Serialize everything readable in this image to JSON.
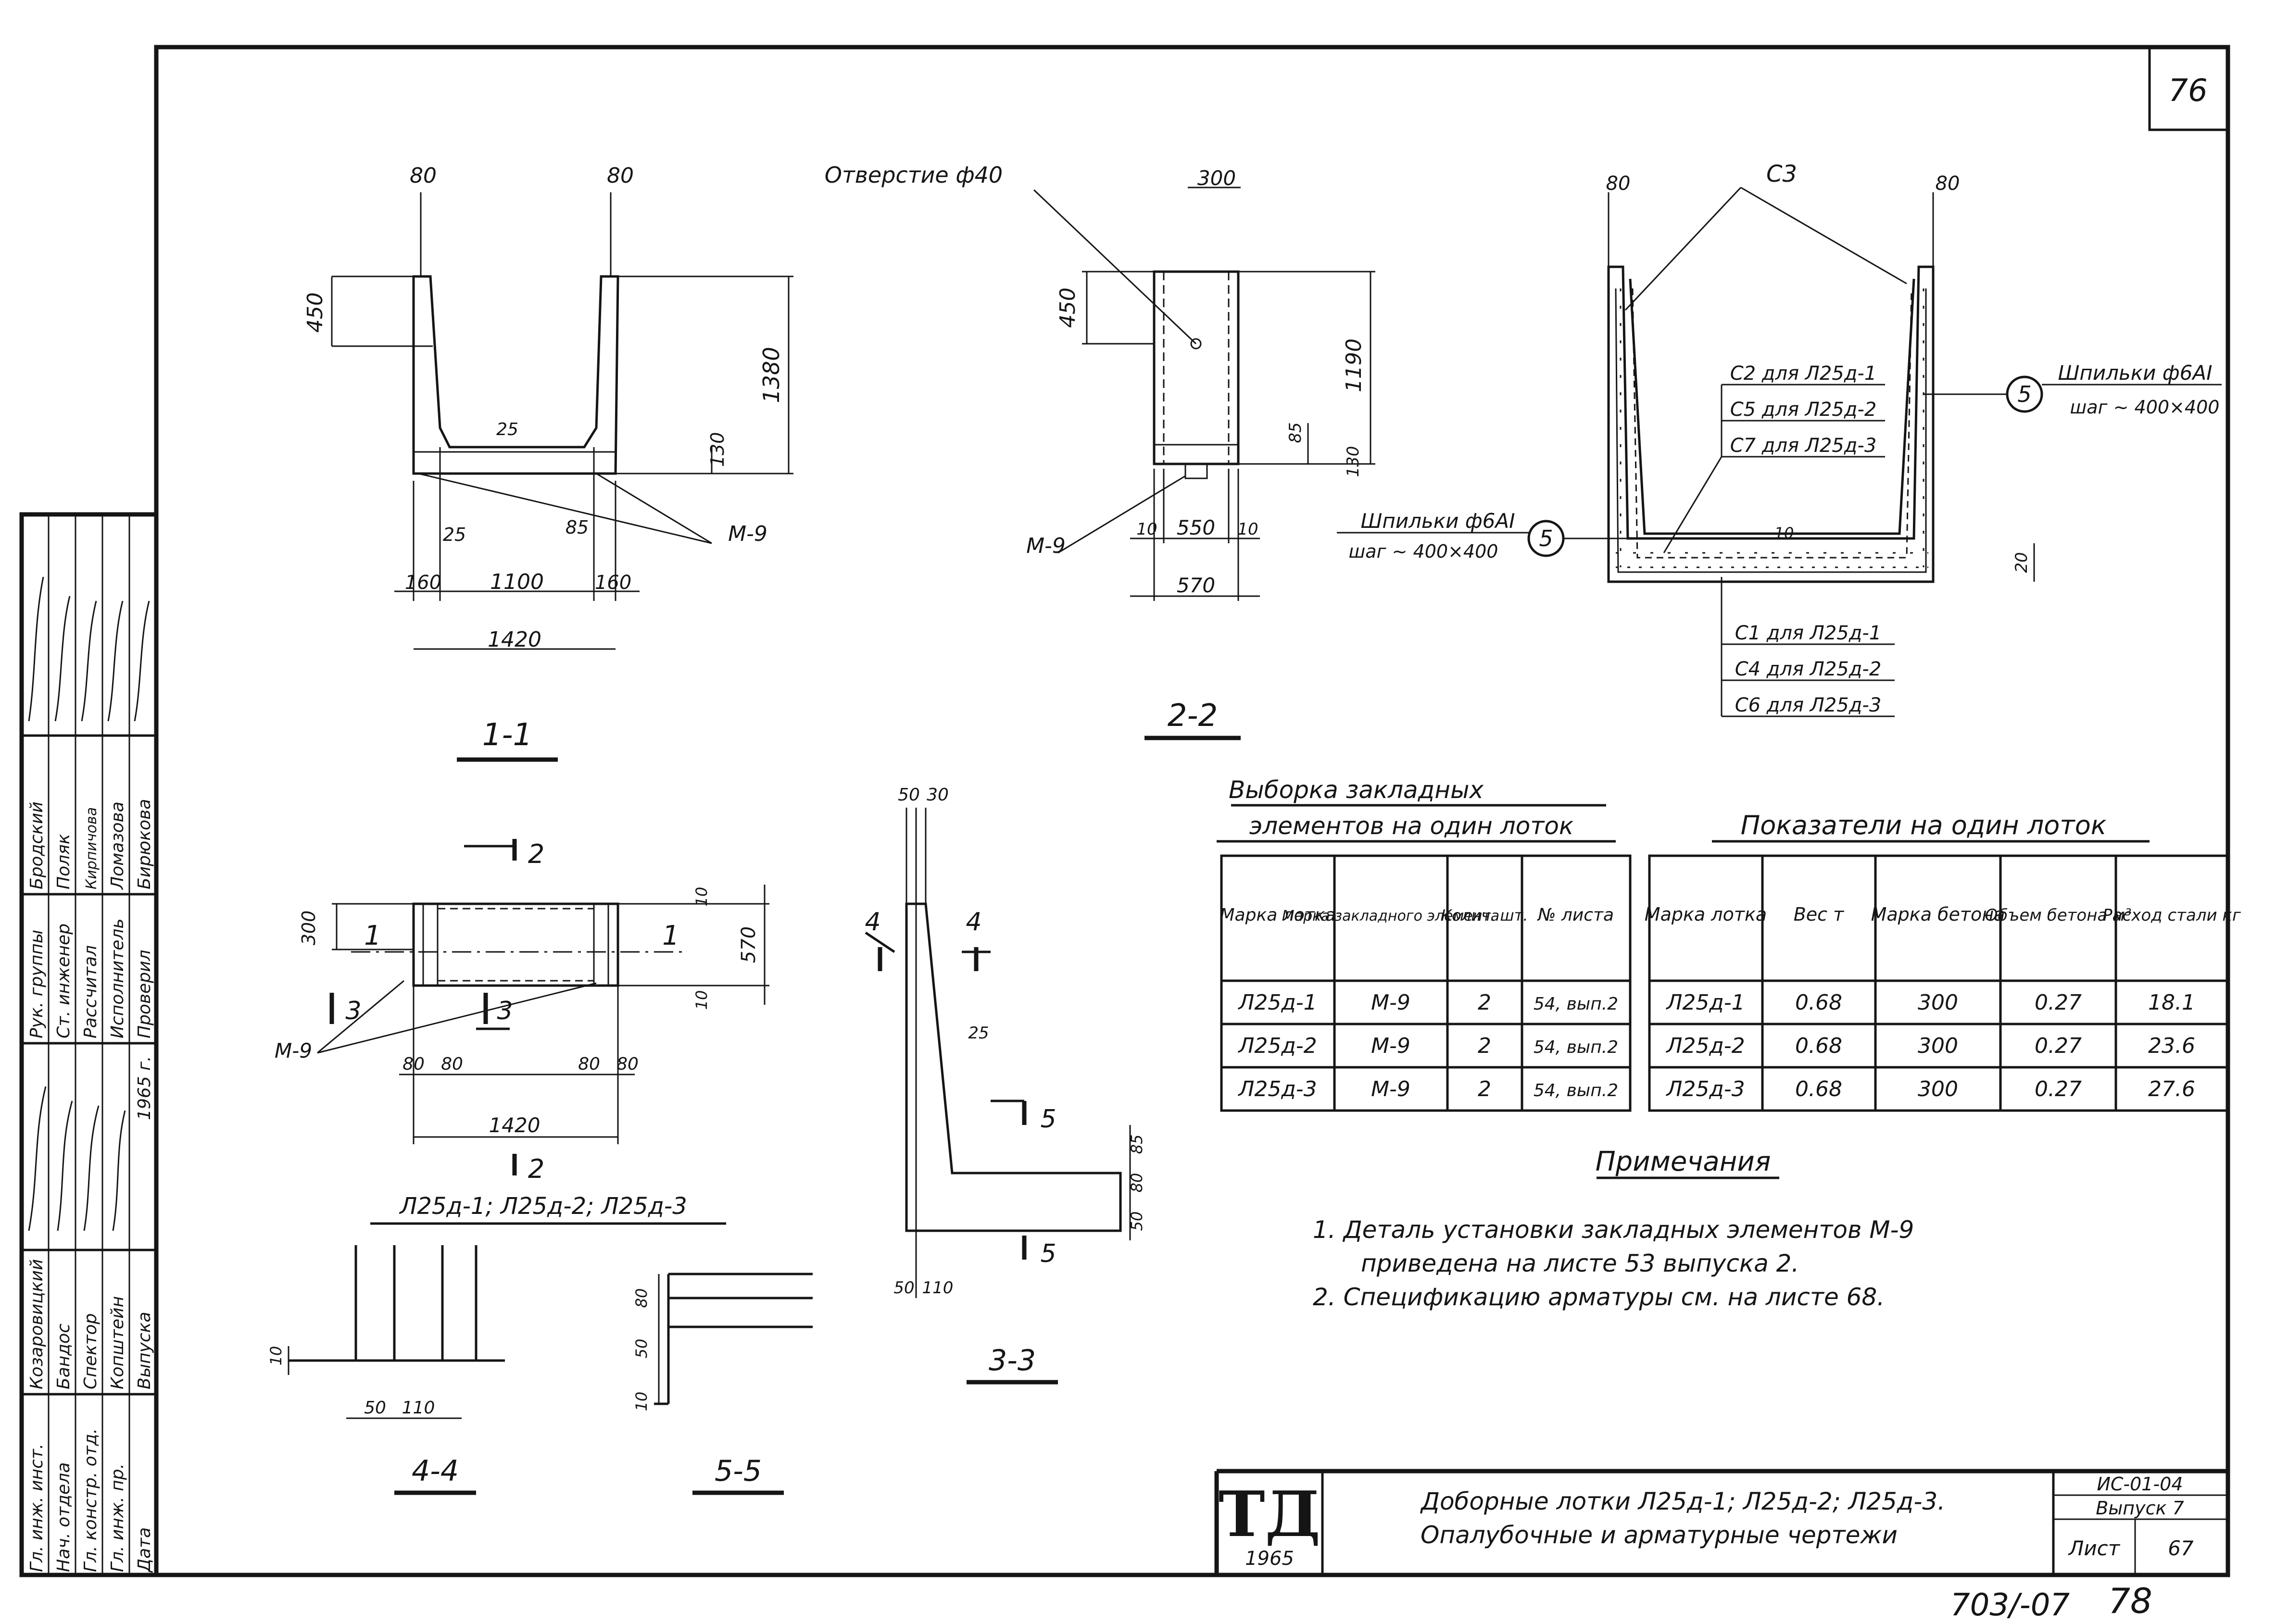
{
  "sheet": {
    "page_number": "76",
    "bottom_series": "703/-07",
    "bottom_number": "78"
  },
  "sections": {
    "s11": {
      "label": "1-1",
      "dims": {
        "top_left": "80",
        "top_right": "80",
        "height_top": "450",
        "height_total": "1380",
        "bottom_thk": "130",
        "haunch": "25",
        "haunch2": "25",
        "inner_haunch": "85",
        "width_inner": "1100",
        "wall_left": "160",
        "wall_right": "160",
        "width_total": "1420"
      },
      "callout": "М-9"
    },
    "s22": {
      "label": "2-2",
      "hole": "Отверстие ф40",
      "dims": {
        "top": "300",
        "h450": "450",
        "h1190": "1190",
        "h85": "85",
        "h130": "130",
        "b10a": "10",
        "b550": "550",
        "b10b": "10",
        "b570": "570"
      },
      "callout": "М-9"
    },
    "s33": {
      "label": "3-3",
      "dims": {
        "top_a": "50",
        "top_b": "30",
        "haunch": "25",
        "bot_a": "50",
        "bot_b": "110",
        "r85": "85",
        "r80": "80",
        "r50": "50"
      },
      "cut4": "4",
      "cut5": "5"
    },
    "plan": {
      "dims": {
        "d300": "300",
        "d10a": "10",
        "d570": "570",
        "d10b": "10",
        "d80a": "80",
        "d80b": "80",
        "d80c": "80",
        "d80d": "80",
        "d1420": "1420"
      },
      "cut1": "1",
      "cut2": "2",
      "cut3": "3",
      "callout": "М-9"
    },
    "s44": {
      "label": "4-4",
      "dims": {
        "d10": "10",
        "d50": "50",
        "d110": "110"
      }
    },
    "s55": {
      "label": "5-5",
      "dims": {
        "d80": "80",
        "d50": "50",
        "d10": "10"
      }
    },
    "marks_caption": "Л25д-1; Л25д-2; Л25д-3",
    "rebar": {
      "c3": "С3",
      "top_left": "80",
      "top_right": "80",
      "bottom_20": "20",
      "bottom_10": "10",
      "stud_right_1": "Шпильки ф6АI",
      "stud_right_2": "шаг ~ 400×400",
      "stud_left_1": "Шпильки ф6АI",
      "stud_left_2": "шаг ~ 400×400",
      "stud_pos": "5",
      "labels_top": [
        "С2 для Л25д-1",
        "С5 для Л25д-2",
        "С7 для Л25д-3"
      ],
      "labels_bottom": [
        "С1 для Л25д-1",
        "С4 для Л25д-2",
        "С6 для Л25д-3"
      ]
    }
  },
  "embedded_table": {
    "title1": "Выборка закладных",
    "title2": "элементов на один лоток",
    "headers": [
      "Марка лотка",
      "Марка закладного элемента",
      "Колич. шт.",
      "№ листа"
    ],
    "rows": [
      [
        "Л25д-1",
        "М-9",
        "2",
        "54, вып.2"
      ],
      [
        "Л25д-2",
        "М-9",
        "2",
        "54, вып.2"
      ],
      [
        "Л25д-3",
        "М-9",
        "2",
        "54, вып.2"
      ]
    ]
  },
  "indicators_table": {
    "title": "Показатели на один лоток",
    "headers": [
      "Марка лотка",
      "Вес т",
      "Марка бетона",
      "Объем бетона м³",
      "Расход стали кг"
    ],
    "rows": [
      [
        "Л25д-1",
        "0.68",
        "300",
        "0.27",
        "18.1"
      ],
      [
        "Л25д-2",
        "0.68",
        "300",
        "0.27",
        "23.6"
      ],
      [
        "Л25д-3",
        "0.68",
        "300",
        "0.27",
        "27.6"
      ]
    ]
  },
  "notes": {
    "title": "Примечания",
    "lines": [
      "1. Деталь установки закладных элементов М-9",
      "приведена на листе 53 выпуска 2.",
      "2. Спецификацию арматуры см. на листе 68."
    ]
  },
  "title_block": {
    "logo": "ТД",
    "year": "1965",
    "title1": "Доборные лотки Л25д-1; Л25д-2; Л25д-3.",
    "title2": "Опалубочные и арматурные чертежи",
    "code": "ИС-01-04",
    "issue": "Выпуск 7",
    "sheet_label": "Лист",
    "sheet_no": "67"
  },
  "stamp": {
    "roles": [
      "Гл. инж. инст.",
      "Нач. отдела",
      "Гл. констр. отд.",
      "Гл. инж. пр.",
      "Дата"
    ],
    "names": [
      "Козаровицкий",
      "Бандос",
      "Спектор",
      "Копштейн",
      "Выпуска"
    ],
    "roles2": [
      "Рук. группы",
      "Ст. инженер",
      "Рассчитал",
      "Исполнитель",
      "Проверил"
    ],
    "names2": [
      "Бродский",
      "Поляк",
      "Кирпичова",
      "Ломазова",
      "Бирюкова"
    ],
    "year": "1965 г."
  }
}
